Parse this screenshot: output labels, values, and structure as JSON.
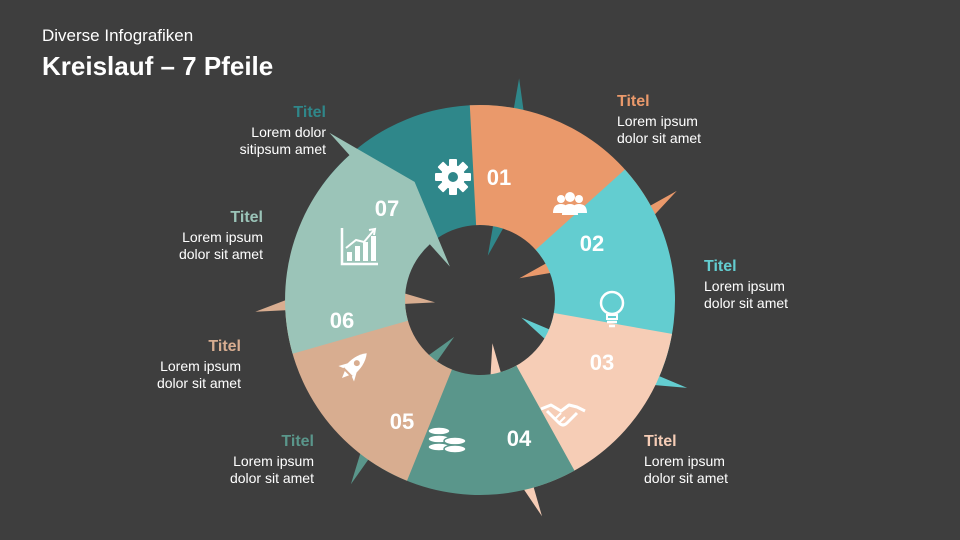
{
  "header": {
    "subtitle": "Diverse Infografiken",
    "title": "Kreislauf – 7 Pfeile"
  },
  "steps": [
    {
      "number": "01",
      "title": "Titel",
      "text": "Lorem dolor sitipsum amet",
      "color": "#2f878a",
      "title_color": "#2f878a",
      "icon": "gear-icon"
    },
    {
      "number": "02",
      "title": "Titel",
      "text": "Lorem ipsum dolor sit amet",
      "color": "#ea996b",
      "title_color": "#ea996b",
      "icon": "people-icon"
    },
    {
      "number": "03",
      "title": "Titel",
      "text": "Lorem ipsum dolor sit amet",
      "color": "#63cdd0",
      "title_color": "#63cdd0",
      "icon": "lightbulb-icon"
    },
    {
      "number": "04",
      "title": "Titel",
      "text": "Lorem ipsum dolor sit amet",
      "color": "#f6cdb6",
      "title_color": "#f6cdb6",
      "icon": "handshake-icon"
    },
    {
      "number": "05",
      "title": "Titel",
      "text": "Lorem ipsum dolor sit amet",
      "color": "#5a968b",
      "title_color": "#5a968b",
      "icon": "coins-icon"
    },
    {
      "number": "06",
      "title": "Titel",
      "text": "Lorem ipsum dolor sit amet",
      "color": "#d8ad90",
      "title_color": "#d8ad90",
      "icon": "rocket-icon"
    },
    {
      "number": "07",
      "title": "Titel",
      "text": "Lorem ipsum dolor sit amet",
      "color": "#9bc4b8",
      "title_color": "#9bc4b8",
      "icon": "growth-chart-icon"
    }
  ]
}
